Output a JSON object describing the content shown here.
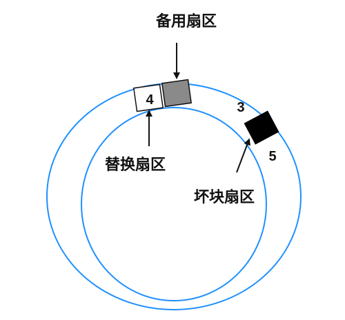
{
  "labels": {
    "spare_sector": "备用扇区",
    "replacement_sector": "替换扇区",
    "bad_sector": "坏块扇区"
  },
  "numbers": {
    "replacement_block": "4",
    "bad_block_top": "3",
    "bad_block_bottom": "5"
  },
  "colors": {
    "track_ring": "#1e90ff",
    "spare_block_fill": "#8a8a8a",
    "replacement_block_fill": "#ffffff",
    "bad_block_fill": "#000000",
    "text": "#111111"
  }
}
